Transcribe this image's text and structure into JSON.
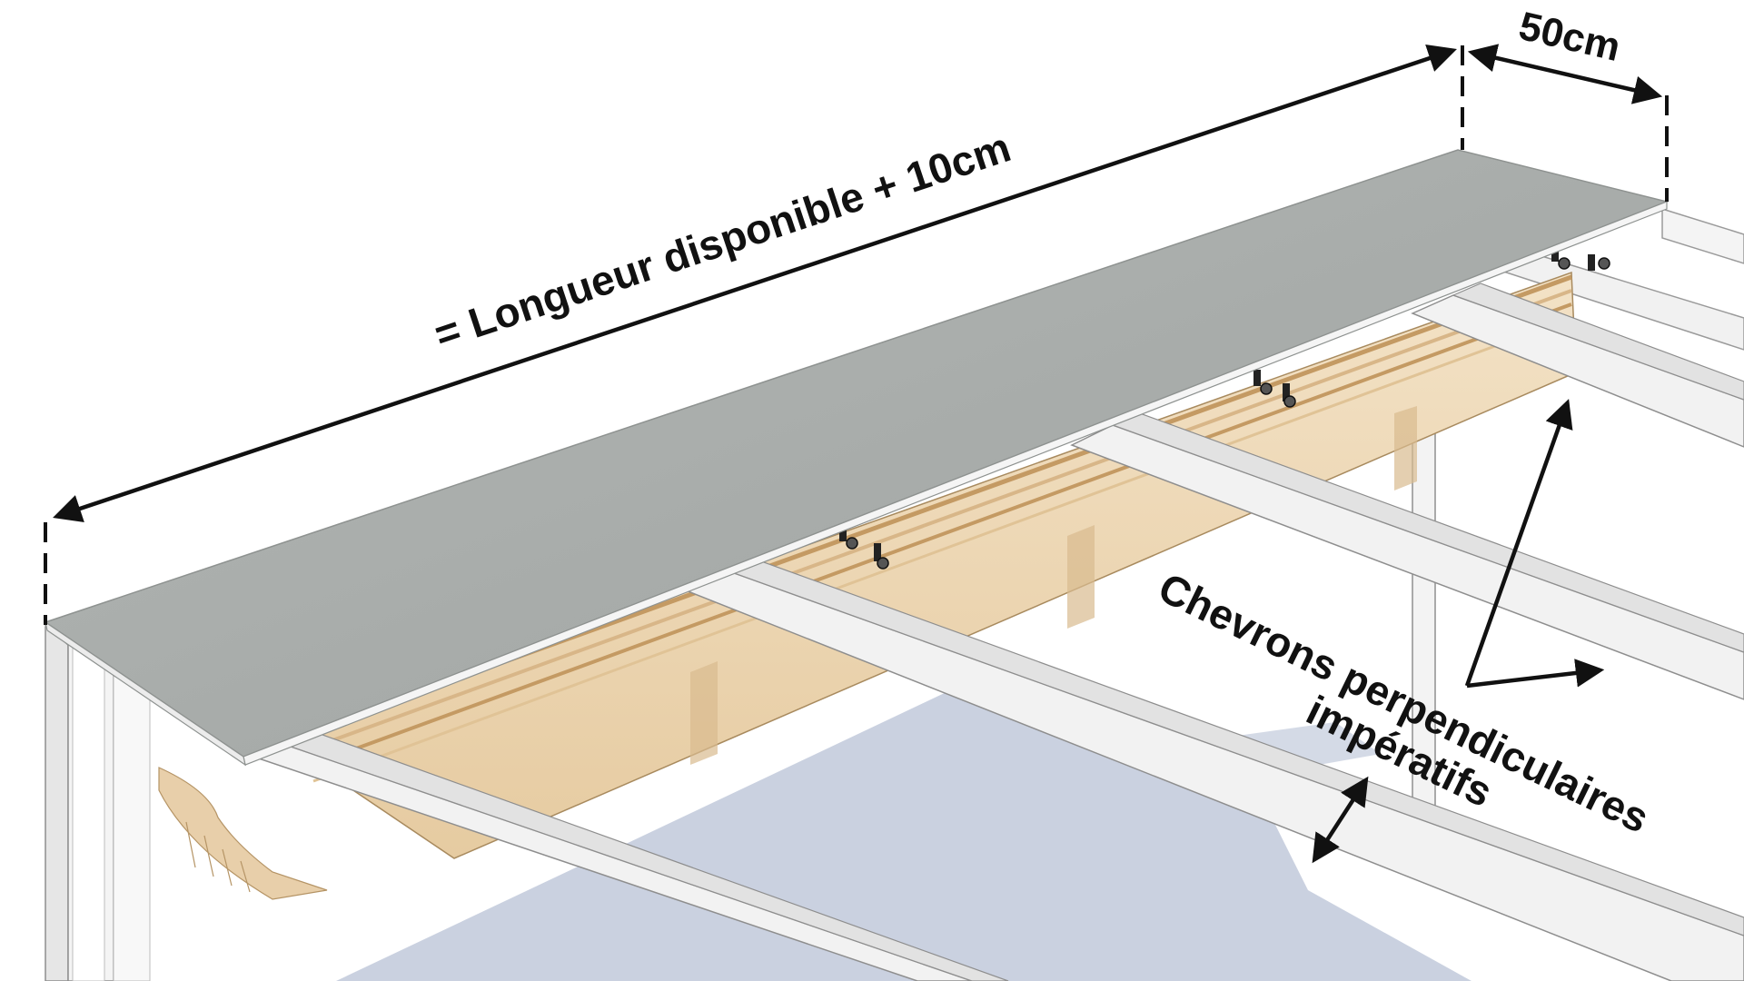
{
  "dimensions": {
    "length_label": "= Longueur disponible + 10cm",
    "width_label": "50cm"
  },
  "annotation": {
    "line1": "Chevrons perpendiculaires",
    "line2": "impératifs"
  },
  "colors": {
    "cover_panel": "#a9adab",
    "cover_panel_edge": "#8e9290",
    "frame": "#f1f1f1",
    "frame_shade": "#d9d9d9",
    "fabric": "#eed7b4",
    "fabric_dark": "#c49a63",
    "shadow": "#b8c2d6",
    "arrow": "#111111"
  }
}
